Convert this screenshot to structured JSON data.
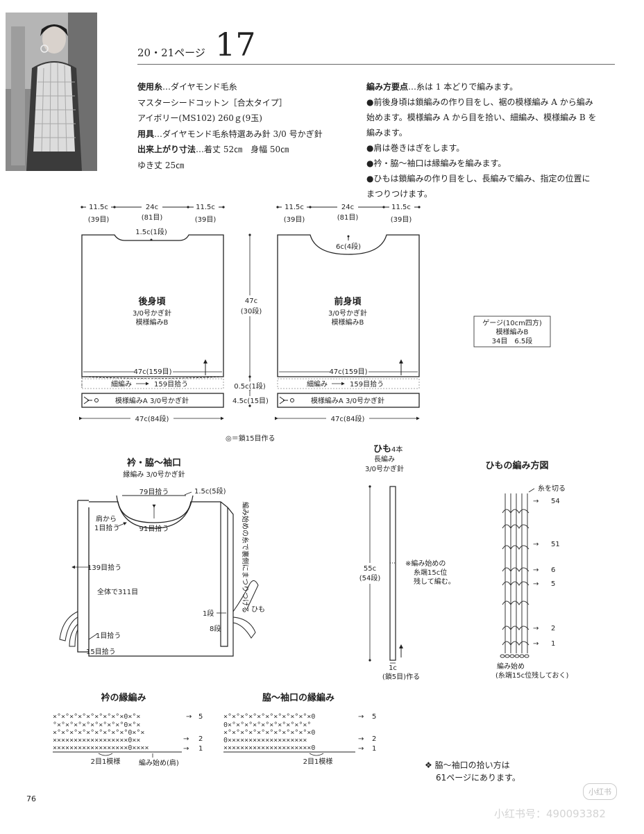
{
  "header": {
    "pages": "20・21ページ",
    "number": "17"
  },
  "materials": {
    "yarn_label": "使用糸",
    "yarn_value": "…ダイヤモンド毛糸",
    "yarn_name": "マスターシードコットン［合太タイプ］",
    "yarn_color": "アイボリー(MS102) 260ｇ(9玉)",
    "tools_label": "用具",
    "tools_value": "…ダイヤモンド毛糸特選あみ針 3/0 号かぎ針",
    "size_label": "出来上がり寸法",
    "size_value": "…着丈 52㎝　身幅 50㎝",
    "size_value2": "ゆき丈 25㎝"
  },
  "tips": {
    "label": "編み方要点",
    "intro": "…糸は 1 本どりで編みます。",
    "l1": "●前後身頃は鎖編みの作り目をし、裾の模様編み A から編み",
    "l2": "始めます。模様編み A から目を拾い、細編み、模様編み B を",
    "l3": "編みます。",
    "l4": "●肩は巻きはぎをします。",
    "l5": "●衿・脇～袖口は縁編みを編みます。",
    "l6": "●ひもは鎖編みの作り目をし、長編みで編み、指定の位置に",
    "l7": "まつりつけます。"
  },
  "back": {
    "w_left": "11.5c",
    "w_left_s": "(39目)",
    "w_mid": "24c",
    "w_mid_s": "(81目)",
    "w_right": "11.5c",
    "w_right_s": "(39目)",
    "neck": "1.5c(1段)",
    "title": "後身頃",
    "needle": "3/0号かぎ針",
    "pattern": "模様編みB",
    "width_stitches": "47c(159目)",
    "sc": "細編み",
    "pick": "159目拾う",
    "patA": "模様編みA 3/0号かぎ針",
    "bottom": "47c(84段)"
  },
  "front": {
    "w_left": "11.5c",
    "w_left_s": "(39目)",
    "w_mid": "24c",
    "w_mid_s": "(81目)",
    "w_right": "11.5c",
    "w_right_s": "(39目)",
    "neck": "6c(4段)",
    "title": "前身頃",
    "needle": "3/0号かぎ針",
    "pattern": "模様編みB",
    "width_stitches": "47c(159目)",
    "sc": "細編み",
    "pick": "159目拾う",
    "patA": "模様編みA 3/0号かぎ針",
    "bottom": "47c(84段)"
  },
  "mid": {
    "height": "47c",
    "height_s": "(30段)",
    "sc_h": "0.5c(1段)",
    "a_h": "4.5c(15目)"
  },
  "gauge": {
    "l1": "ゲージ(10cm四方)",
    "l2": "模様編みB",
    "l3": "34目　6.5段"
  },
  "chain_note": "◎＝鎖15目作る",
  "edging": {
    "title": "衿・脇～袖口",
    "sub": "縁編み 3/0号かぎ針",
    "p79": "79目拾う",
    "p15": "1.5c(5段)",
    "shoulder1": "肩から",
    "shoulder2": "1目拾う",
    "p91": "91目拾う",
    "side_note": "編み始めの糸で裏側にまつりつける",
    "p139": "139目拾う",
    "total": "全体で311目",
    "r1": "1段",
    "r8": "8段",
    "himo": "ひも",
    "p1": "1目拾う",
    "p15b": "15目拾う"
  },
  "tie": {
    "title": "ひも",
    "count": "4本",
    "stitch": "長編み",
    "needle": "3/0号かぎ針",
    "len": "55c",
    "len_s": "(54段)",
    "note1": "※編み始めの",
    "note2": "糸端15c位",
    "note3": "残して編む。",
    "w": "1c",
    "w_s": "(鎖5目)作る"
  },
  "tie_chart": {
    "title": "ひもの編み方図",
    "cut": "糸を切る",
    "r54": "54",
    "r51": "51",
    "r6": "6",
    "r5": "5",
    "r2": "2",
    "r1": "1",
    "start": "編み始め",
    "start2": "(糸端15c位残しておく)"
  },
  "collar_chart": {
    "title": "衿の縁編み",
    "r5": "5",
    "r2": "2",
    "r1": "1",
    "repeat": "2目1模様",
    "start": "編み始め(肩)"
  },
  "side_chart": {
    "title": "脇～袖口の縁編み",
    "r5": "5",
    "r2": "2",
    "r1": "1",
    "repeat": "2目1模様"
  },
  "note": {
    "l1": "❖ 脇～袖口の拾い方は",
    "l2": "61ページにあります。"
  },
  "page_number": "76",
  "watermark": {
    "badge": "小红书",
    "id": "小红书号：490093382"
  }
}
